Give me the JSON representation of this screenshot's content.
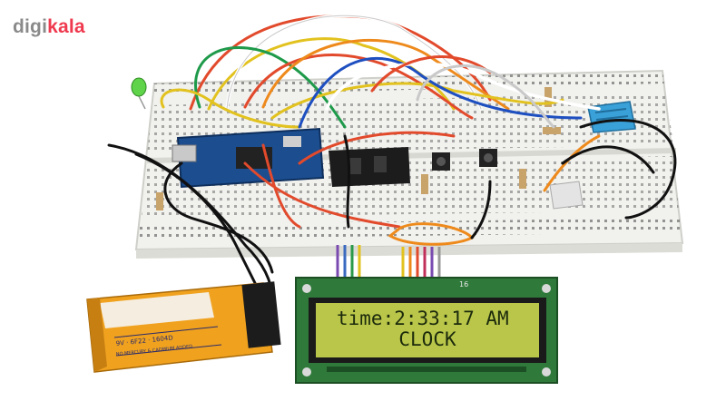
{
  "brand": {
    "part1": "digi",
    "part2": "kala"
  },
  "battery": {
    "line1": "9V · 6F22 · 1604D",
    "line2": "NO MERCURY & CADMIUM ADDED"
  },
  "lcd": {
    "line1": "time:2:33:17 AM",
    "line2": "CLOCK",
    "pin_label": "16"
  },
  "colors": {
    "board": "#f1f1ee",
    "lcd_screen": "#b9c64a",
    "lcd_pcb": "#2f7a3a",
    "nano": "#1b4d8f",
    "sensor": "#3aa0d8",
    "battery": "#f0a21f",
    "brand_accent": "#ef394e"
  }
}
